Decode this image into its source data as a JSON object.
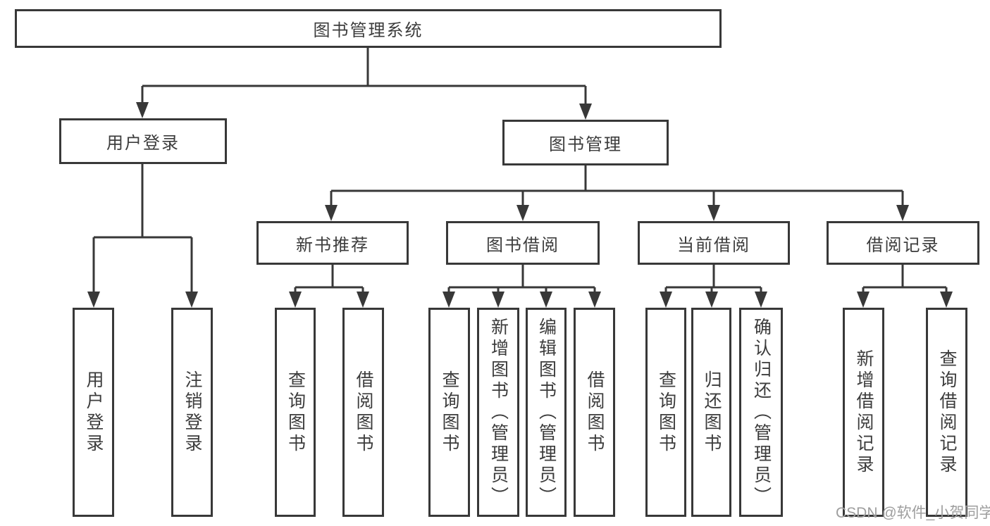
{
  "diagram_title": "图书管理系统",
  "tree": {
    "root": {
      "label": "图书管理系统"
    },
    "children": [
      {
        "label": "用户登录",
        "children": [
          {
            "label": "用户登录"
          },
          {
            "label": "注销登录"
          }
        ]
      },
      {
        "label": "图书管理",
        "children": [
          {
            "label": "新书推荐",
            "children": [
              {
                "label": "查询图书"
              },
              {
                "label": "借阅图书"
              }
            ]
          },
          {
            "label": "图书借阅",
            "children": [
              {
                "label": "查询图书"
              },
              {
                "label": "新增图书（管理员）"
              },
              {
                "label": "编辑图书（管理员）"
              },
              {
                "label": "借阅图书"
              }
            ]
          },
          {
            "label": "当前借阅",
            "children": [
              {
                "label": "查询图书"
              },
              {
                "label": "归还图书"
              },
              {
                "label": "确认归还（管理员）"
              }
            ]
          },
          {
            "label": "借阅记录",
            "children": [
              {
                "label": "新增借阅记录"
              },
              {
                "label": "查询借阅记录"
              }
            ]
          }
        ]
      }
    ]
  },
  "watermark": "CSDN @软件_小贺同学",
  "colors": {
    "line": "#383838",
    "text": "#3c3c3c",
    "box_background": "#ffffff",
    "watermark": "#9e9e9e"
  }
}
